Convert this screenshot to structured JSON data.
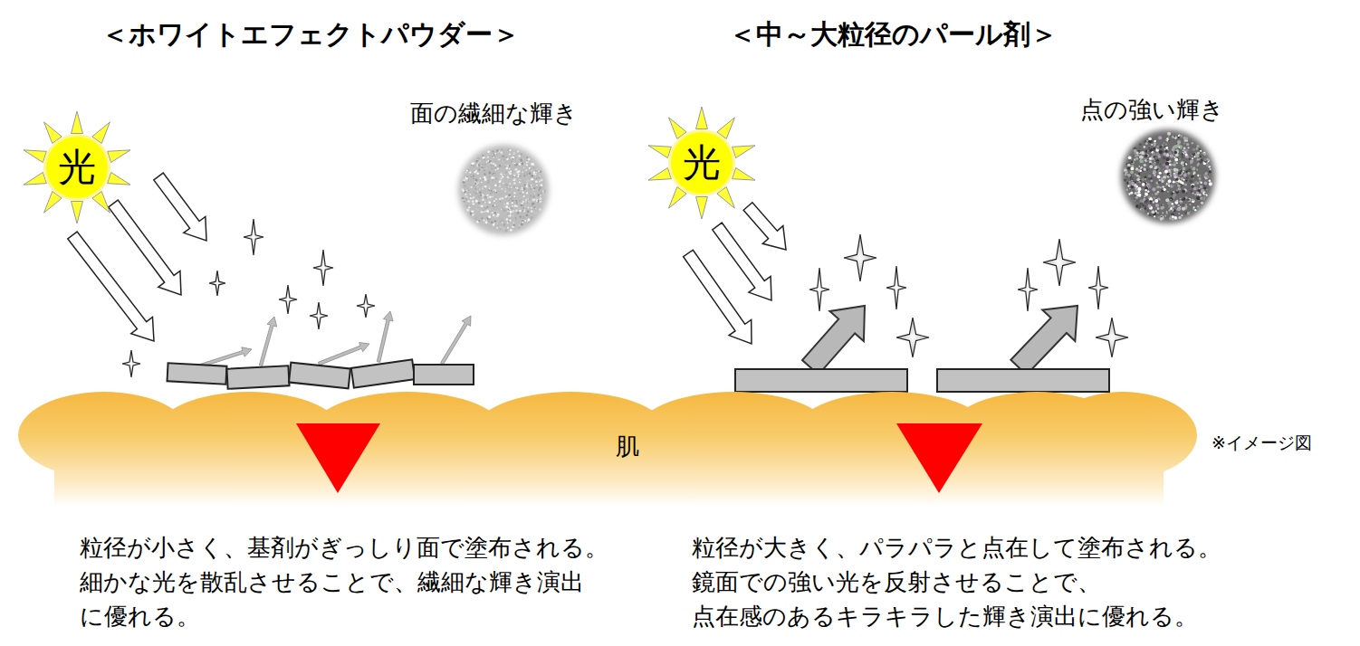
{
  "diagram": {
    "nodes": [
      {
        "text": [
          "光"
        ]
      },
      {
        "text": [
          "光"
        ]
      },
      {
        "text": [
          "肌"
        ]
      }
    ],
    "labels": [
      "＜ホワイトエフェクトパウダー＞",
      "＜中～大粒径のパール剤＞",
      "面の繊細な輝き",
      "点の強い輝き",
      "※イメージ図",
      "粒径が小さく、基剤がぎっしり面で塗布される。 細かな光を散乱させることで、繊細な輝き演出 に優れる。",
      "粒径が大きく、パラパラと点在して塗布される。 鏡面での強い光を反射させることで、 点在感のあるキラキラした輝き演出に優れる。"
    ]
  }
}
